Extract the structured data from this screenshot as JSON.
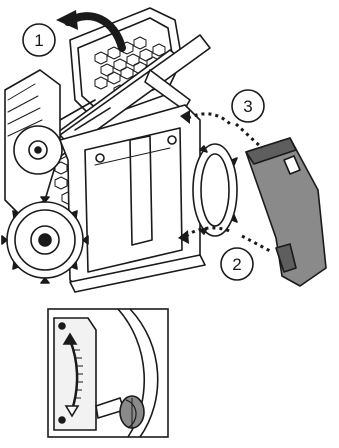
{
  "figure": {
    "steps": [
      {
        "number": "1"
      },
      {
        "number": "3"
      },
      {
        "number": "2"
      }
    ],
    "colors": {
      "line": "#1a1a1a",
      "background": "#ffffff",
      "panel_fill": "#f2f2f2",
      "cover_fill": "#8a8a8a",
      "cover_dark": "#5e5e5e",
      "arrow_fill": "#1a1a1a"
    },
    "parts": {
      "mower": "lawn-mower-rear-view",
      "grass_bag": "grass-collection-bag",
      "mulching_plug": "rear-discharge-cover",
      "detail_inset": "height-adjustment-lever-detail"
    }
  }
}
